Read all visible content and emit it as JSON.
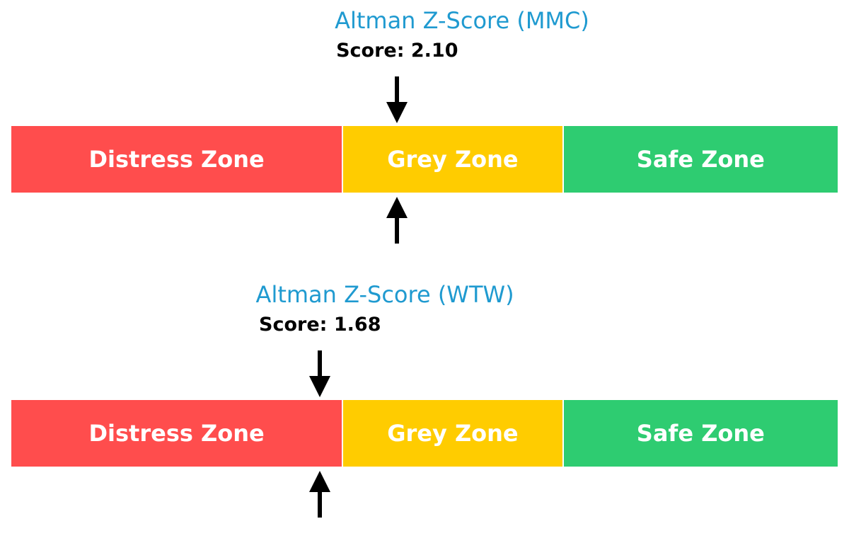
{
  "chart_data": [
    {
      "type": "gauge",
      "title": "Altman Z-Score (MMC)",
      "score_label": "Score: 2.10",
      "score": 2.1,
      "scale": [
        0.0,
        4.5
      ],
      "zones": [
        {
          "label": "Distress Zone",
          "from": 0.0,
          "to": 1.8,
          "color": "#ff4d4d"
        },
        {
          "label": "Grey Zone",
          "from": 1.8,
          "to": 3.0,
          "color": "#ffcc00"
        },
        {
          "label": "Safe Zone",
          "from": 3.0,
          "to": 4.5,
          "color": "#2ecc71"
        }
      ],
      "title_color": "#1f9ad0"
    },
    {
      "type": "gauge",
      "title": "Altman Z-Score (WTW)",
      "score_label": "Score: 1.68",
      "score": 1.68,
      "scale": [
        0.0,
        4.5
      ],
      "zones": [
        {
          "label": "Distress Zone",
          "from": 0.0,
          "to": 1.8,
          "color": "#ff4d4d"
        },
        {
          "label": "Grey Zone",
          "from": 1.8,
          "to": 3.0,
          "color": "#ffcc00"
        },
        {
          "label": "Safe Zone",
          "from": 3.0,
          "to": 4.5,
          "color": "#2ecc71"
        }
      ],
      "title_color": "#1f9ad0"
    }
  ]
}
